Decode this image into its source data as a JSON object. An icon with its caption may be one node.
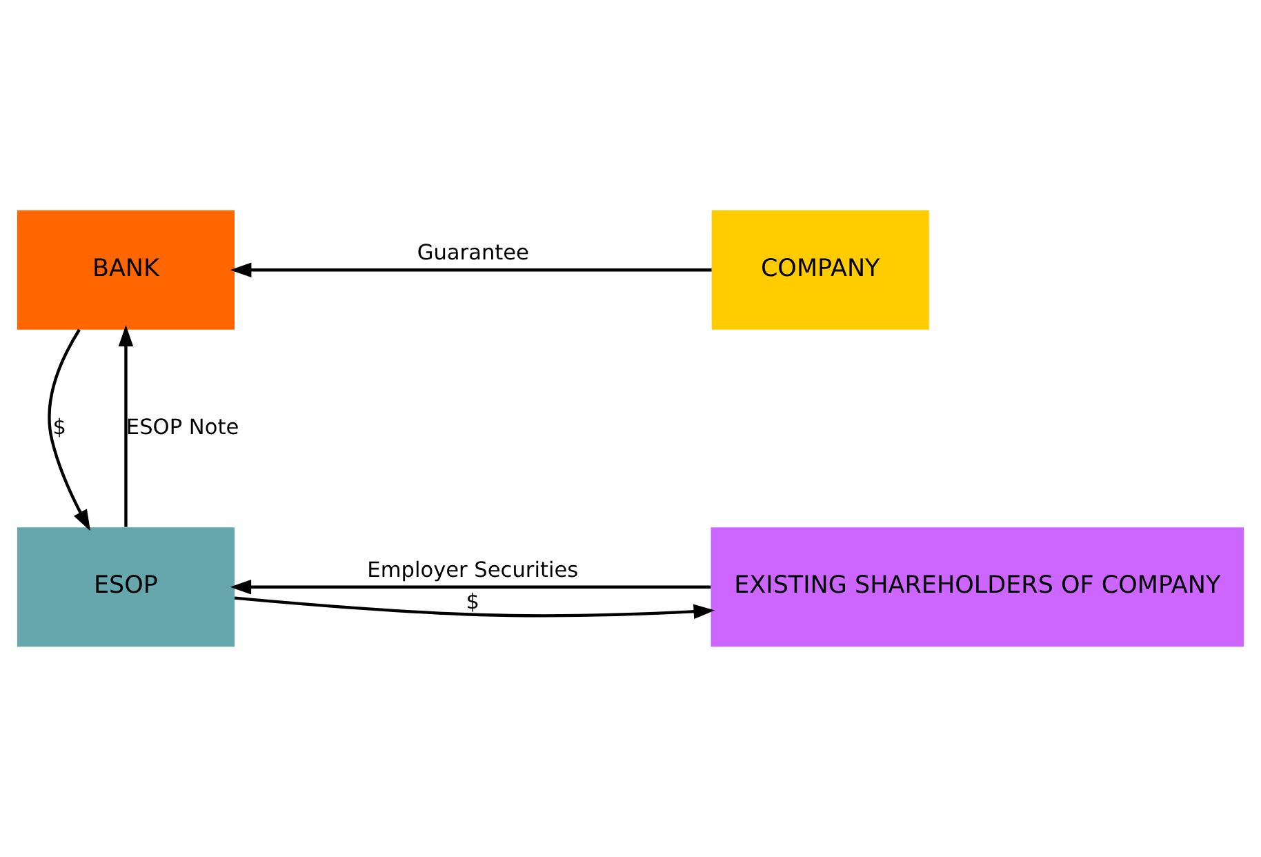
{
  "diagram": {
    "nodes": [
      {
        "text": [
          "BANK"
        ]
      },
      {
        "text": [
          "COMPANY"
        ]
      },
      {
        "text": [
          "EXISTING SHAREHOLDERS OF COMPANY"
        ]
      },
      {
        "text": [
          "ESOP"
        ]
      }
    ],
    "edges": [
      {
        "from": 1,
        "to": 0,
        "arrow": "to",
        "label": "Guarantee"
      },
      {
        "from": 3,
        "to": 0,
        "arrow": "to",
        "label": "ESOP Note"
      },
      {
        "from": 0,
        "to": 3,
        "arrow": "to",
        "label": "$"
      },
      {
        "from": 3,
        "to": 2,
        "arrow": "to",
        "label": "$"
      },
      {
        "from": 2,
        "to": 3,
        "arrow": "to",
        "label": "Employer Securities"
      }
    ]
  }
}
